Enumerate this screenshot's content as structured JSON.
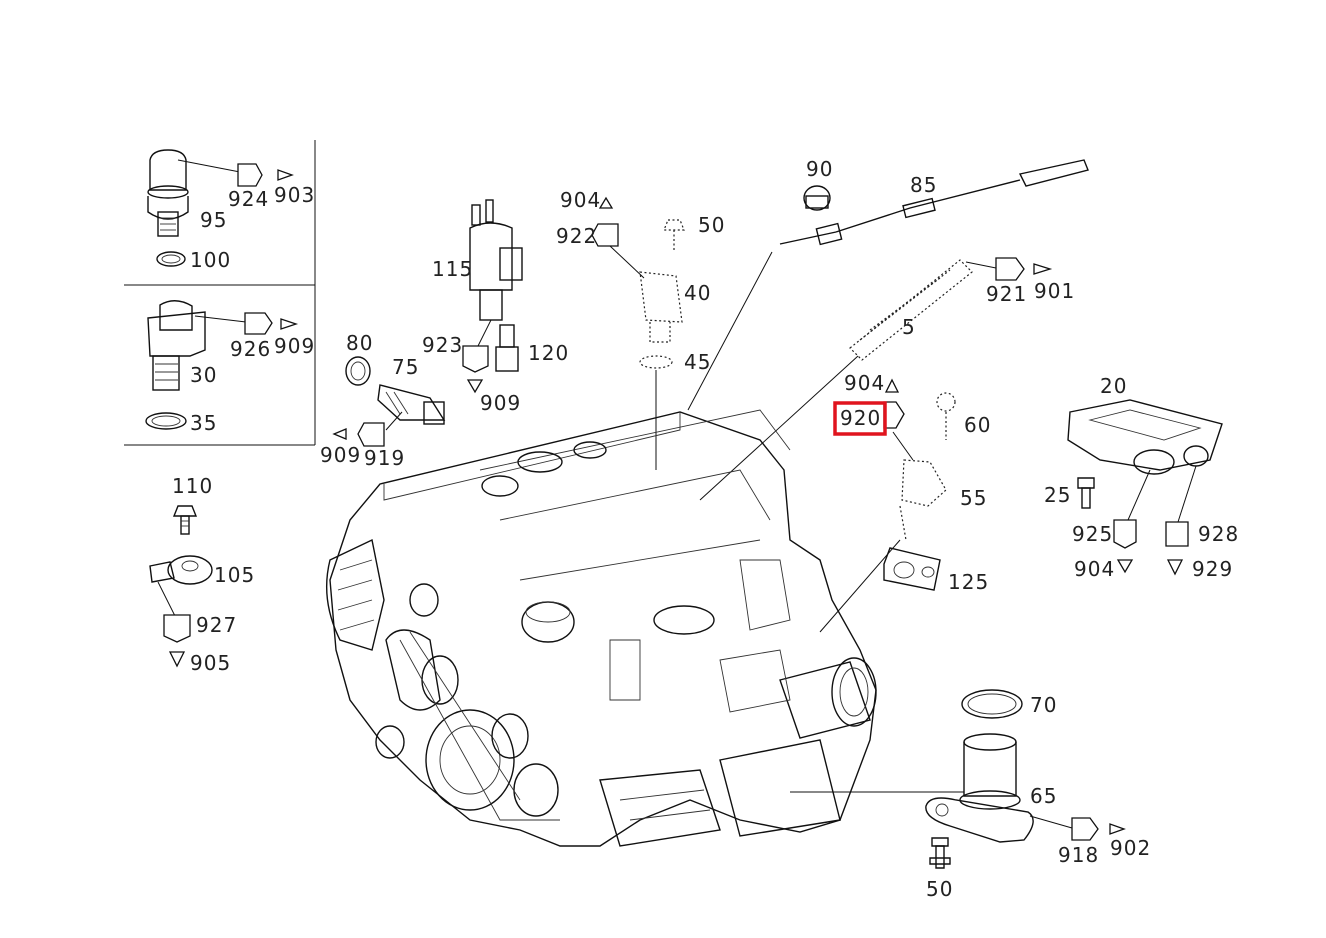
{
  "highlighted_part": "920",
  "highlight_color": "#e0141e",
  "labels": {
    "p95": "95",
    "p100": "100",
    "p924": "924",
    "p903": "903",
    "p30": "30",
    "p35": "35",
    "p926": "926",
    "p909a": "909",
    "p110": "110",
    "p105": "105",
    "p927": "927",
    "p905": "905",
    "p80": "80",
    "p75": "75",
    "p909b": "909",
    "p919": "919",
    "p115": "115",
    "p923": "923",
    "p120": "120",
    "p909c": "909",
    "p904a": "904",
    "p922": "922",
    "p50a": "50",
    "p40": "40",
    "p45": "45",
    "p90": "90",
    "p85": "85",
    "p921": "921",
    "p901": "901",
    "p5": "5",
    "p904b": "904",
    "p920": "920",
    "p60": "60",
    "p55": "55",
    "p125": "125",
    "p20": "20",
    "p25": "25",
    "p925": "925",
    "p928": "928",
    "p904c": "904",
    "p929": "929",
    "p70": "70",
    "p65": "65",
    "p918": "918",
    "p902": "902",
    "p50b": "50"
  }
}
